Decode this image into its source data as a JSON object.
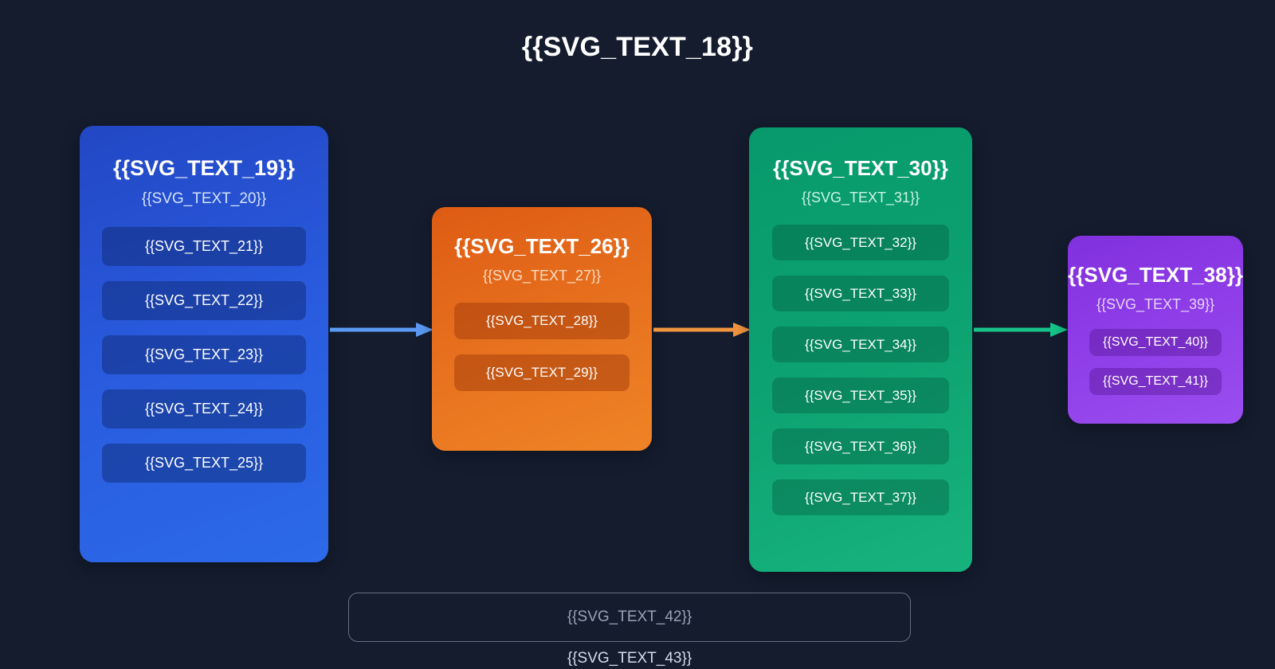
{
  "diagram": {
    "title": "{{SVG_TEXT_18}}",
    "background_color": "#141c2e"
  },
  "stages": [
    {
      "id": "sources",
      "accent_color": "#2a5ce0",
      "title": "{{SVG_TEXT_19}}",
      "subtitle": "{{SVG_TEXT_20}}",
      "items": [
        "{{SVG_TEXT_21}}",
        "{{SVG_TEXT_22}}",
        "{{SVG_TEXT_23}}",
        "{{SVG_TEXT_24}}",
        "{{SVG_TEXT_25}}"
      ]
    },
    {
      "id": "processing",
      "accent_color": "#e8731f",
      "title": "{{SVG_TEXT_26}}",
      "subtitle": "{{SVG_TEXT_27}}",
      "items": [
        "{{SVG_TEXT_28}}",
        "{{SVG_TEXT_29}}"
      ]
    },
    {
      "id": "outputs",
      "accent_color": "#0da271",
      "title": "{{SVG_TEXT_30}}",
      "subtitle": "{{SVG_TEXT_31}}",
      "items": [
        "{{SVG_TEXT_32}}",
        "{{SVG_TEXT_33}}",
        "{{SVG_TEXT_34}}",
        "{{SVG_TEXT_35}}",
        "{{SVG_TEXT_36}}",
        "{{SVG_TEXT_37}}"
      ]
    },
    {
      "id": "delivery",
      "accent_color": "#8f3ee8",
      "title": "{{SVG_TEXT_38}}",
      "subtitle": "{{SVG_TEXT_39}}",
      "items": [
        "{{SVG_TEXT_40}}",
        "{{SVG_TEXT_41}}"
      ]
    }
  ],
  "connectors": [
    {
      "id": "sources-to-processing",
      "color": "#5b9bf5"
    },
    {
      "id": "processing-to-outputs",
      "color": "#f2953f"
    },
    {
      "id": "outputs-to-delivery",
      "color": "#16c48a"
    }
  ],
  "footer": {
    "box_label": "{{SVG_TEXT_42}}",
    "note": "{{SVG_TEXT_43}}"
  }
}
